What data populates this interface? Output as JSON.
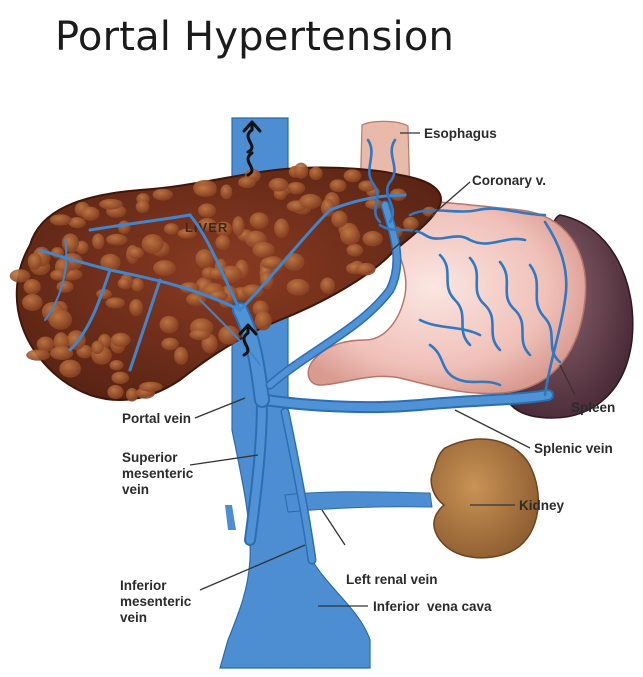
{
  "title": "Portal Hypertension",
  "organ_text": {
    "liver": "LIVER"
  },
  "labels": {
    "esophagus": "Esophagus",
    "coronary_vein": "Coronary v.",
    "spleen": "Spleen",
    "splenic_vein": "Splenic vein",
    "kidney": "Kidney",
    "portal_vein": "Portal vein",
    "superior_mesenteric_1": "Superior",
    "superior_mesenteric_2": "mesenteric",
    "superior_mesenteric_3": "vein",
    "left_renal_vein": "Left renal vein",
    "inferior_mesenteric_1": "Inferior",
    "inferior_mesenteric_2": "mesenteric",
    "inferior_mesenteric_3": "vein",
    "inferior_vena_cava": "Inferior  vena cava"
  },
  "colors": {
    "vein_blue": "#3f82c9",
    "vein_dark": "#1f5f9e",
    "liver": "#6e2e1c",
    "stomach": "#f1c8c0",
    "spleen": "#5a3440",
    "kidney": "#a87742",
    "esophagus": "#e7b7a7"
  }
}
